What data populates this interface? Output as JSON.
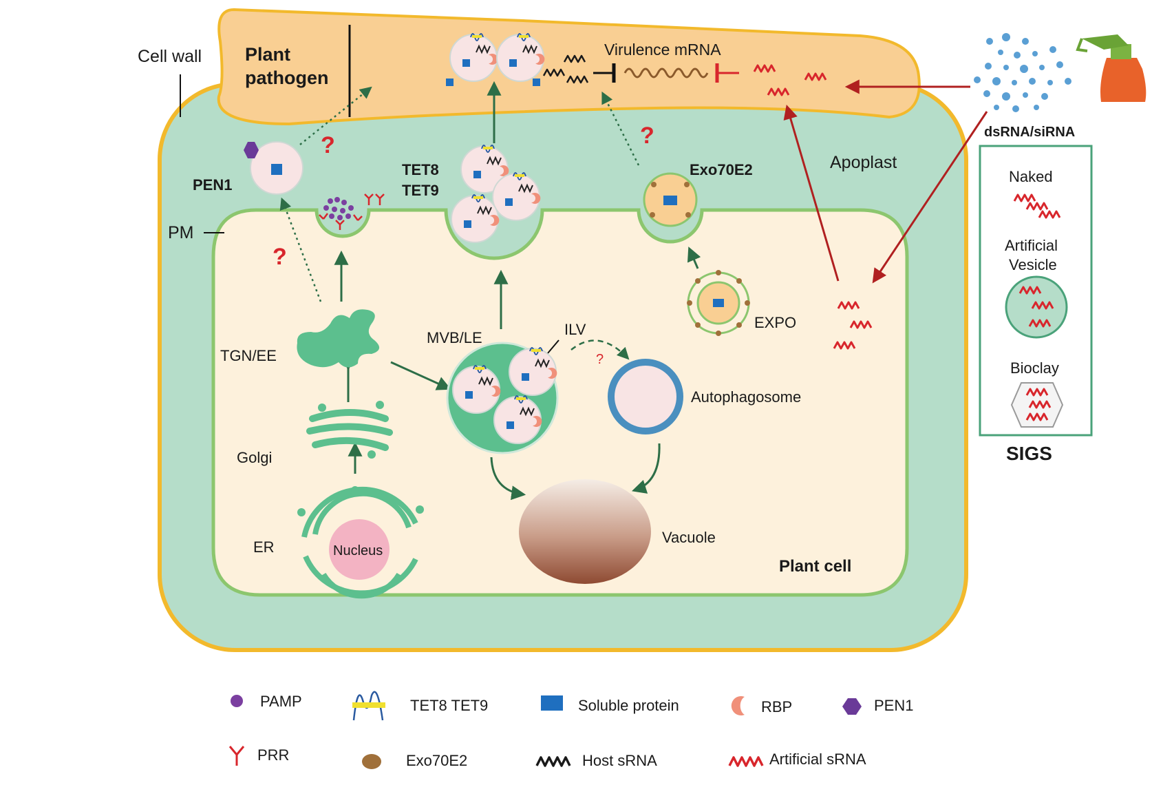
{
  "labels": {
    "cell_wall": "Cell wall",
    "pathogen_line1": "Plant",
    "pathogen_line2": "pathogen",
    "virulence_mrna": "Virulence mRNA",
    "pen1": "PEN1",
    "tet8": "TET8",
    "tet9": "TET9",
    "exo70e2": "Exo70E2",
    "apoplast": "Apoplast",
    "dsrna_sirna": "dsRNA/siRNA",
    "pm": "PM",
    "tgn_ee": "TGN/EE",
    "golgi": "Golgi",
    "er": "ER",
    "nucleus": "Nucleus",
    "mvb_le": "MVB/LE",
    "ilv": "ILV",
    "expo": "EXPO",
    "autophagosome": "Autophagosome",
    "vacuole": "Vacuole",
    "plant_cell": "Plant cell",
    "question_mark": "?"
  },
  "sigs": {
    "title": "SIGS",
    "naked": "Naked",
    "artificial_vesicle_line1": "Artificial",
    "artificial_vesicle_line2": "Vesicle",
    "bioclay": "Bioclay"
  },
  "legend": [
    {
      "label": "PAMP",
      "icon": "pamp-circle"
    },
    {
      "label": "TET8  TET9",
      "icon": "tetraspanin"
    },
    {
      "label": "Soluble  protein",
      "icon": "blue-square"
    },
    {
      "label": "RBP",
      "icon": "rbp-crescent"
    },
    {
      "label": "PEN1",
      "icon": "hexagon"
    },
    {
      "label": "PRR",
      "icon": "y-receptor"
    },
    {
      "label": "Exo70E2",
      "icon": "brown-oval"
    },
    {
      "label": "Host sRNA",
      "icon": "black-wave"
    },
    {
      "label": "Artificial sRNA",
      "icon": "red-wave"
    }
  ],
  "colors": {
    "apoplast": "#b5ddc9",
    "cell_wall": "#f2b92c",
    "cytoplasm": "#fdf1dc",
    "membrane": "#8cc66e",
    "pathogen": "#f9cf93",
    "organelle_green": "#5cbf8e",
    "vesicle_pink": "#f8e4e4",
    "protein_blue": "#1f6fbf",
    "artificial_srna": "#d8262c",
    "arrow_green": "#2d6e47",
    "pamp_purple": "#7b3fa0",
    "exo70_brown": "#a0703a",
    "question_red": "#d8262c"
  }
}
